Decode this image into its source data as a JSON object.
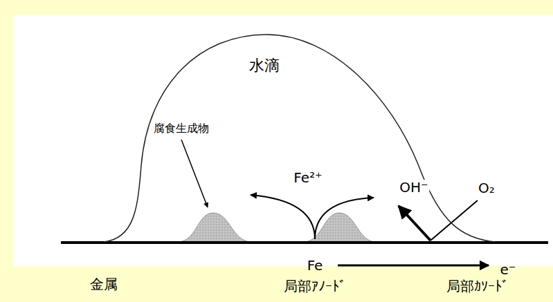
{
  "diagram": {
    "nodes": [
      {
        "text": [
          "水滴"
        ]
      }
    ],
    "labels": [
      "腐食生成物",
      "Fe²⁺",
      "OH⁻",
      "O₂",
      "金属",
      "Fe",
      "e⁻",
      "局部ｱﾉｰﾄﾞ",
      "局部ｶｿｰﾄﾞ"
    ]
  }
}
